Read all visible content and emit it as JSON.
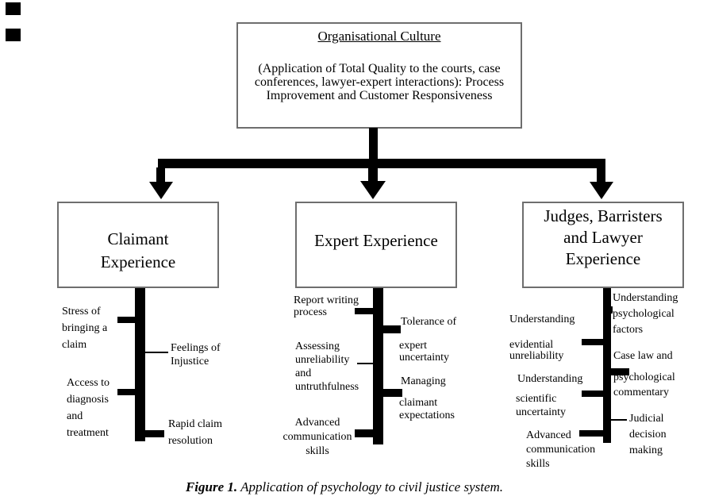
{
  "colors": {
    "line": "#000000",
    "box_border": "#6e6e6e",
    "text": "#000000",
    "background": "#ffffff"
  },
  "top_box": {
    "title": "Organisational Culture",
    "body": [
      "(Application of Total Quality to the courts, case",
      "conferences, lawyer-expert interactions): Process",
      "Improvement and Customer Responsiveness"
    ]
  },
  "boxes": {
    "claimant": {
      "title": [
        "Claimant",
        "Experience"
      ]
    },
    "expert": {
      "title": [
        "Expert Experience"
      ]
    },
    "judges": {
      "title": [
        "Judges, Barristers",
        "and Lawyer",
        "Experience"
      ]
    }
  },
  "claimant_branch": {
    "stress": [
      "Stress of",
      "bringing a",
      "claim"
    ],
    "feelings": [
      "Feelings of",
      "Injustice"
    ],
    "access": [
      "Access to",
      "diagnosis",
      "and",
      "treatment"
    ],
    "rapid_claim": [
      "Rapid claim",
      "resolution"
    ]
  },
  "expert_branch": {
    "report": [
      "Report writing",
      "process"
    ],
    "tolerance": [
      "Tolerance of",
      "expert",
      "uncertainty"
    ],
    "assessing": [
      "Assessing",
      "unreliability",
      "and",
      "untruthfulness"
    ],
    "managing": [
      "Managing",
      "claimant",
      "expectations"
    ],
    "advanced": [
      "Advanced",
      "communication",
      "skills"
    ]
  },
  "judges_branch": {
    "psych_factors": [
      "Understanding",
      "psychological",
      "factors"
    ],
    "evidential": [
      "Understanding",
      "evidential",
      "unreliability"
    ],
    "case_law": [
      "Case law and",
      "psychological",
      "commentary"
    ],
    "scientific": [
      "Understanding",
      "scientific",
      "uncertainty"
    ],
    "judicial": [
      "Judicial",
      "decision",
      "making"
    ],
    "advanced": [
      "Advanced",
      "communication",
      "skills"
    ]
  },
  "caption": {
    "prefix": "Figure 1.",
    "text": " Application of psychology to civil justice system."
  }
}
